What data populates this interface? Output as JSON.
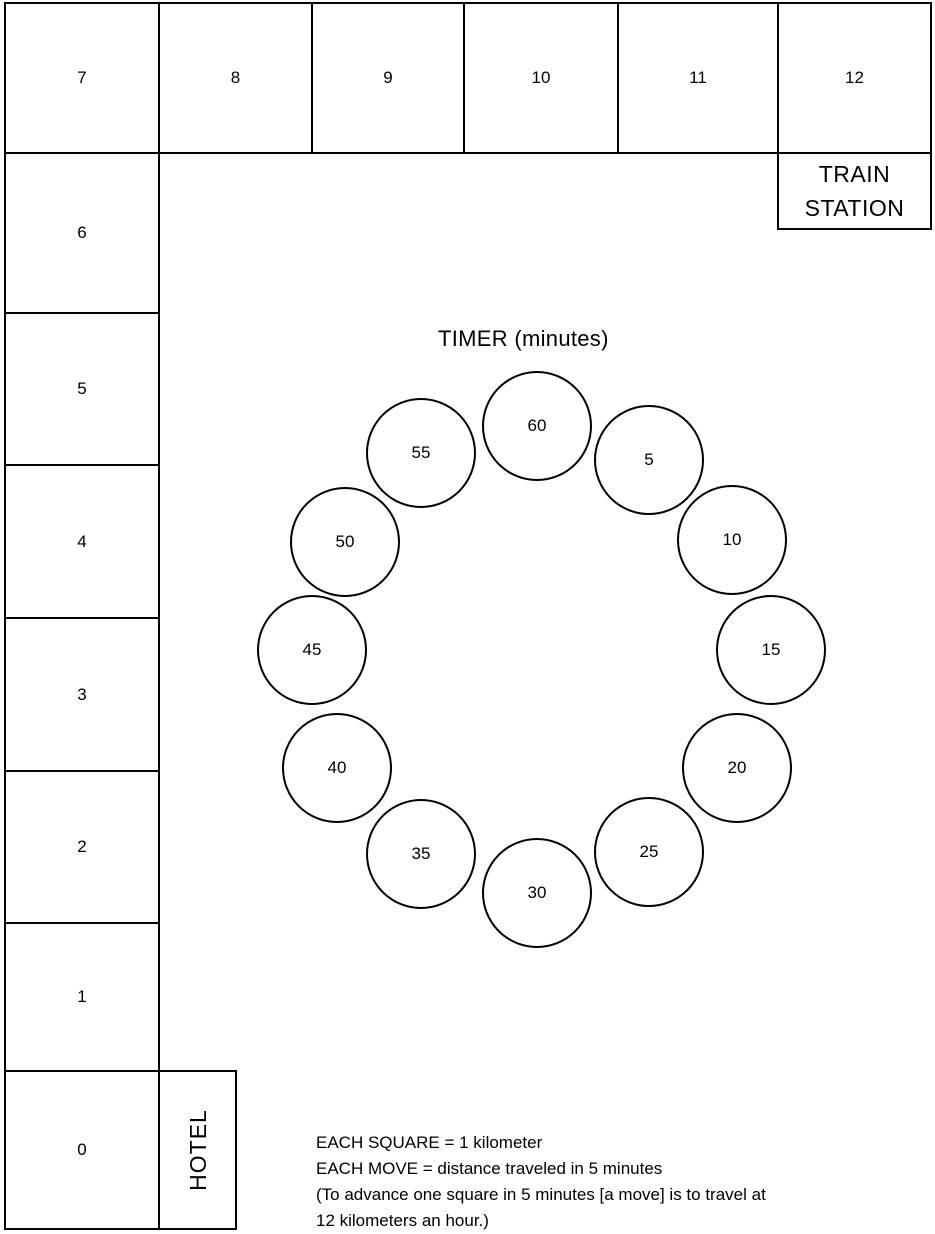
{
  "squares": [
    "0",
    "1",
    "2",
    "3",
    "4",
    "5",
    "6",
    "7",
    "8",
    "9",
    "10",
    "11",
    "12"
  ],
  "hotel_label": "HOTEL",
  "station_label": [
    "TRAIN",
    "STATION"
  ],
  "timer_title": "TIMER (minutes)",
  "timer_values": [
    "60",
    "5",
    "10",
    "15",
    "20",
    "25",
    "30",
    "35",
    "40",
    "45",
    "50",
    "55"
  ],
  "rules": [
    "EACH SQUARE = 1 kilometer",
    "EACH MOVE = distance traveled in 5 minutes",
    "(To advance one square in 5 minutes [a move] is to travel at",
    "12 kilometers an hour.)"
  ]
}
